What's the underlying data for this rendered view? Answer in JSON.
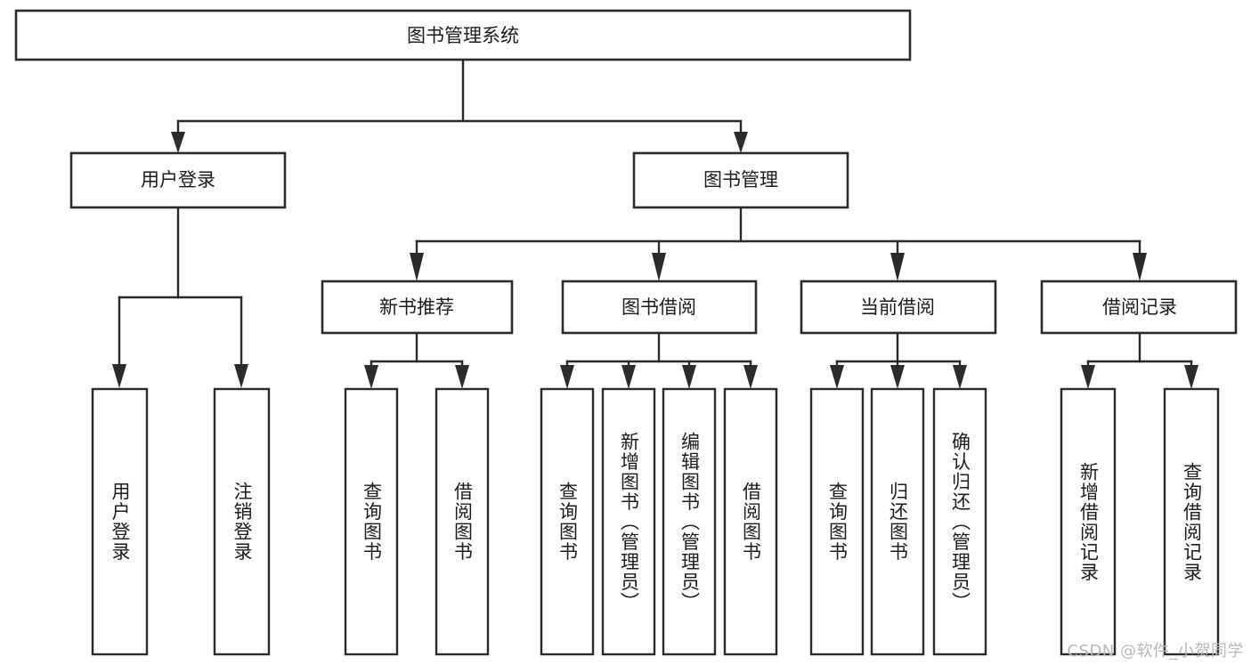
{
  "diagram": {
    "kind": "tree-structure-chart",
    "title": "图书管理系统",
    "background_color": "#ffffff",
    "line_color": "#2b2b2b",
    "text_color": "#1c1c1c",
    "root": {
      "label": "图书管理系统"
    },
    "level2": [
      {
        "label": "用户登录"
      },
      {
        "label": "图书管理"
      }
    ],
    "level3": [
      {
        "label": "新书推荐"
      },
      {
        "label": "图书借阅"
      },
      {
        "label": "当前借阅"
      },
      {
        "label": "借阅记录"
      }
    ],
    "leaves_user_login": [
      {
        "label": "用户登录"
      },
      {
        "label": "注销登录"
      }
    ],
    "leaves_new_book": [
      {
        "label": "查询图书"
      },
      {
        "label": "借阅图书"
      }
    ],
    "leaves_borrow": [
      {
        "label": "查询图书"
      },
      {
        "label": "新增图书（管理员）"
      },
      {
        "label": "编辑图书（管理员）"
      },
      {
        "label": "借阅图书"
      }
    ],
    "leaves_current": [
      {
        "label": "查询图书"
      },
      {
        "label": "归还图书"
      },
      {
        "label": "确认归还（管理员）"
      }
    ],
    "leaves_records": [
      {
        "label": "新增借阅记录"
      },
      {
        "label": "查询借阅记录"
      }
    ]
  },
  "watermark": {
    "text": "CSDN @软件_小贺同学"
  }
}
